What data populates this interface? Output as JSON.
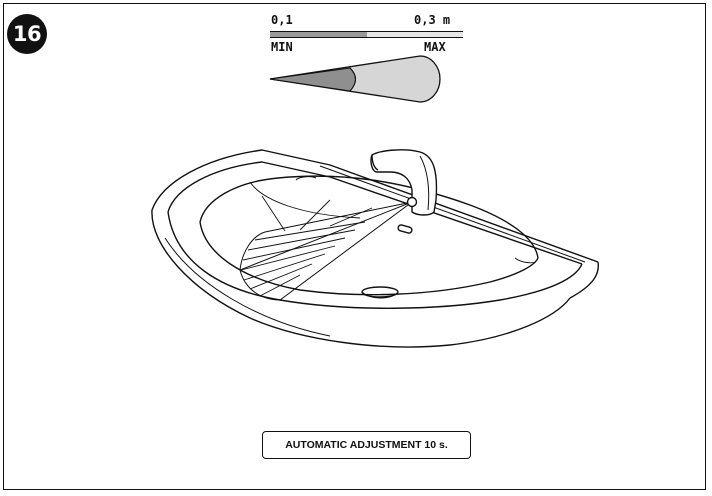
{
  "figure": {
    "number": "16",
    "caption": "AUTOMATIC ADJUSTMENT 10 s."
  },
  "range_scale": {
    "min_value": "0,1",
    "max_value": "0,3 m",
    "min_label": "MIN",
    "max_label": "MAX",
    "min_fraction_of_max": 0.5
  },
  "colors": {
    "line": "#111111",
    "beam_max": "#d6d6d6",
    "beam_min": "#8f8f8f",
    "badge": "#111111"
  }
}
